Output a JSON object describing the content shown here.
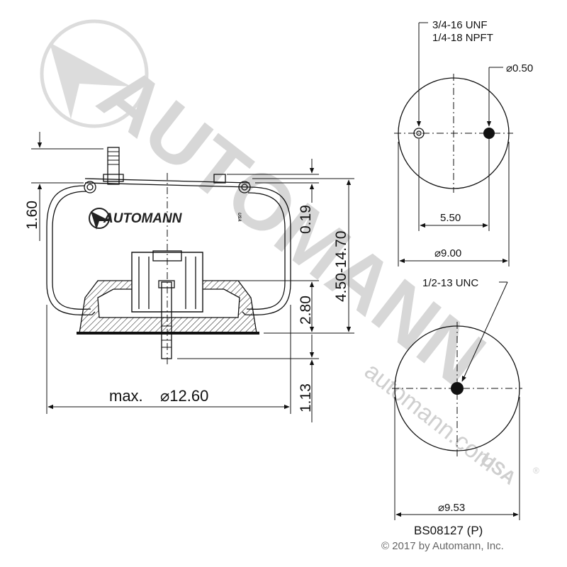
{
  "watermark": {
    "brand": "AUTOMANN",
    "brand_suffix": "USA",
    "url": "automann.com",
    "registered": "®"
  },
  "bellows_logo": {
    "brand": "AUTOMANN",
    "suffix": "USA"
  },
  "side_view": {
    "dim_top_pin": "1.60",
    "dim_top_bead": "0.19",
    "dim_height_range": "4.50-14.70",
    "dim_piston_bottom": "2.80",
    "dim_stud": "1.13",
    "dim_max_diameter_prefix": "max.",
    "dim_max_diameter": "⌀12.60"
  },
  "top_view": {
    "thread_line1": "3/4-16 UNF",
    "thread_line2": "1/4-18 NPFT",
    "hole_diameter": "⌀0.50",
    "hole_spacing": "5.50",
    "plate_diameter": "⌀9.00"
  },
  "bottom_view": {
    "thread": "1/2-13 UNC",
    "diameter": "⌀9.53"
  },
  "part_number": "BS08127 (P)",
  "copyright": "© 2017 by Automann, Inc."
}
